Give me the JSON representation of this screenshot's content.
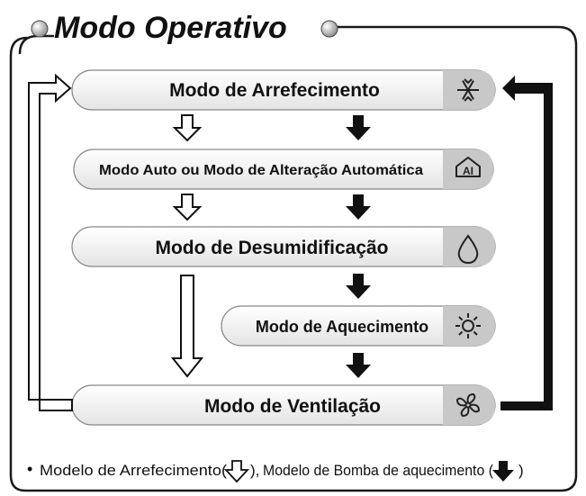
{
  "title": "Modo Operativo",
  "modes": [
    {
      "key": "cooling",
      "label": "Modo de Arrefecimento",
      "icon": "snowflake-icon"
    },
    {
      "key": "auto",
      "label": "Modo Auto ou Modo de Alteração Automática",
      "icon": "auto-ai-icon",
      "icon_text": "AI"
    },
    {
      "key": "dehumidify",
      "label": "Modo de Desumidificação",
      "icon": "water-drop-icon"
    },
    {
      "key": "heating",
      "label": "Modo de Aquecimento",
      "icon": "sun-icon"
    },
    {
      "key": "fan",
      "label": "Modo de Ventilação",
      "icon": "fan-icon"
    }
  ],
  "legend": {
    "bullet": "•",
    "cooling_model": "Modelo de Arrefecimento(",
    "separator": "),",
    "heat_pump_model": "Modelo de Bomba de aquecimento (",
    "close": ")",
    "cooling_arrow": "hollow-down-arrow-icon",
    "heat_pump_arrow": "solid-down-arrow-icon"
  },
  "colors": {
    "border": "#1a1a1a",
    "pill_fill_top": "#ffffff",
    "pill_fill_bottom": "#e6e6e6",
    "icon_panel": "#c8c8c8",
    "solid_arrow": "#111111",
    "hollow_arrow": "#ffffff"
  }
}
